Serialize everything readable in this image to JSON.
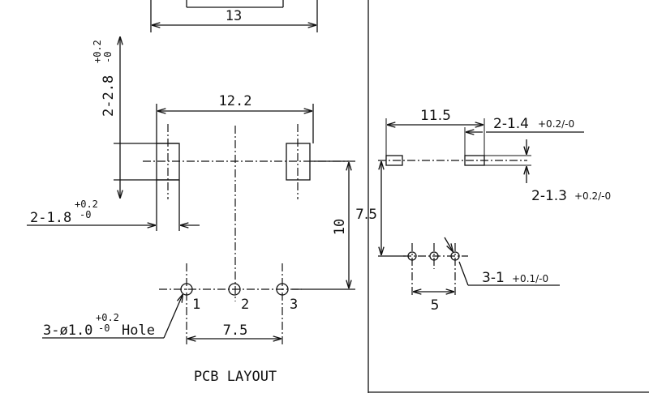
{
  "left_view": {
    "dim_top": "13",
    "dim_pad_height": "2-2.8",
    "dim_pad_height_tol_upper": "+0.2",
    "dim_pad_height_tol_lower": "-0",
    "dim_pad_span": "12.2",
    "dim_pad_width": "2-1.8",
    "dim_pad_width_tol_upper": "+0.2",
    "dim_pad_width_tol_lower": "-0",
    "dim_vertical": "10",
    "hole_label_prefix": "3-ø1.0",
    "hole_tol_upper": "+0.2",
    "hole_tol_lower": "-0",
    "hole_label_suffix": "Hole",
    "pin_numbers": [
      "1",
      "2",
      "3"
    ],
    "dim_pin_pitch": "7.5",
    "caption": "PCB LAYOUT"
  },
  "right_view": {
    "dim_span": "11.5",
    "dim_pad_width": "2-1.4",
    "dim_pad_width_tol": "+0.2/-0",
    "dim_pad_height": "2-1.3",
    "dim_pad_height_tol": "+0.2/-0",
    "dim_vertical": "7.5",
    "dim_hole": "3-1",
    "dim_hole_tol": "+0.1/-0",
    "dim_pitch": "5"
  }
}
